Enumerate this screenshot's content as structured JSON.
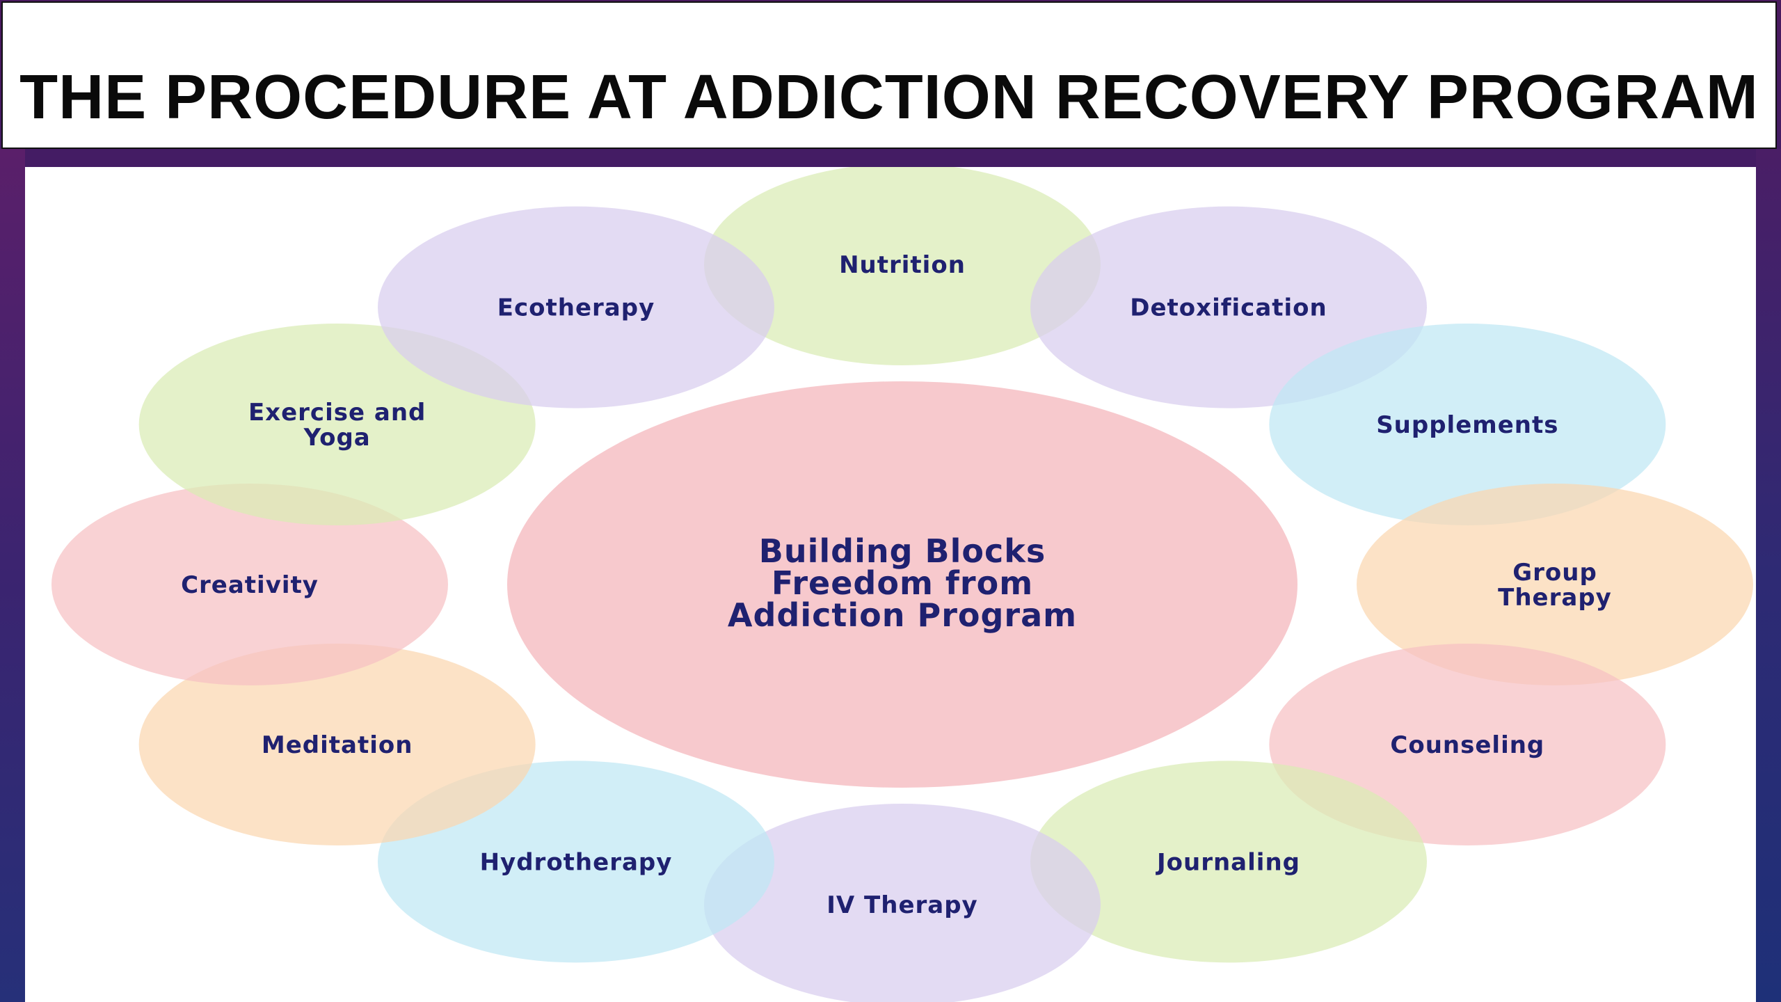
{
  "title": "THE PROCEDURE AT ADDICTION RECOVERY PROGRAM",
  "center": {
    "lines": [
      "Building Blocks",
      "Freedom from",
      "Addiction Program"
    ]
  },
  "nodes": [
    {
      "id": "nutrition",
      "lines": [
        "Nutrition"
      ],
      "color": "#d9ecb4"
    },
    {
      "id": "detoxification",
      "lines": [
        "Detoxification"
      ],
      "color": "#d8cdef"
    },
    {
      "id": "supplements",
      "lines": [
        "Supplements"
      ],
      "color": "#bfe8f4"
    },
    {
      "id": "group-therapy",
      "lines": [
        "Group",
        "Therapy"
      ],
      "color": "#fbd7b0"
    },
    {
      "id": "counseling",
      "lines": [
        "Counseling"
      ],
      "color": "#f6c0c4"
    },
    {
      "id": "journaling",
      "lines": [
        "Journaling"
      ],
      "color": "#d9ecb4"
    },
    {
      "id": "iv-therapy",
      "lines": [
        "IV Therapy"
      ],
      "color": "#d8cdef"
    },
    {
      "id": "hydrotherapy",
      "lines": [
        "Hydrotherapy"
      ],
      "color": "#bfe8f4"
    },
    {
      "id": "meditation",
      "lines": [
        "Meditation"
      ],
      "color": "#fbd7b0"
    },
    {
      "id": "creativity",
      "lines": [
        "Creativity"
      ],
      "color": "#f6c0c4"
    },
    {
      "id": "exercise-and-yoga",
      "lines": [
        "Exercise and",
        "Yoga"
      ],
      "color": "#d9ecb4"
    },
    {
      "id": "ecotherapy",
      "lines": [
        "Ecotherapy"
      ],
      "color": "#d8cdef"
    }
  ],
  "colors": {
    "center_fill": "#f6c0c4",
    "label_text": "#1f2170",
    "title_text": "#0a0a0a"
  }
}
